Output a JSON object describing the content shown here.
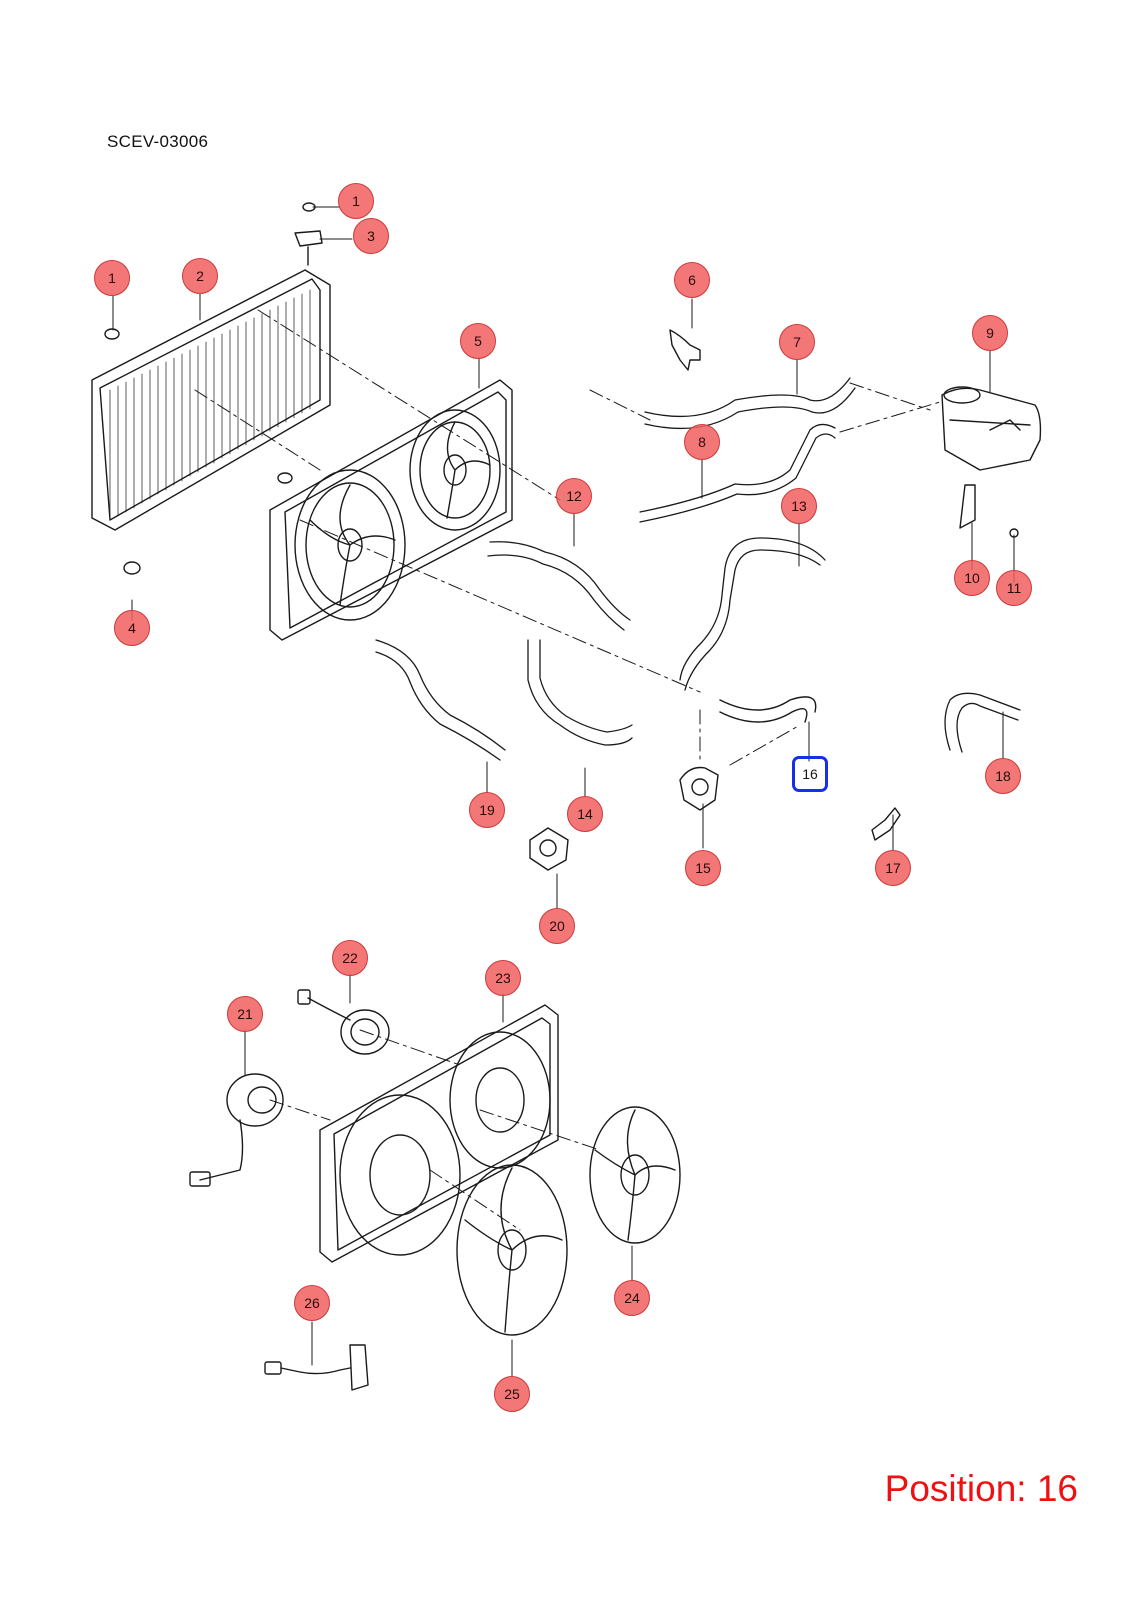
{
  "diagram": {
    "code": "SCEV-03006",
    "selected_position": "16",
    "position_label": "Position: 16",
    "colors": {
      "callout": "#f25f5f",
      "selected": "#1530e6",
      "position_text": "#ee1111"
    }
  },
  "callouts": [
    "1",
    "3",
    "1",
    "2",
    "6",
    "5",
    "7",
    "9",
    "8",
    "12",
    "13",
    "4",
    "10",
    "11",
    "16",
    "19",
    "14",
    "18",
    "15",
    "17",
    "20",
    "22",
    "23",
    "21",
    "24",
    "26",
    "25"
  ]
}
